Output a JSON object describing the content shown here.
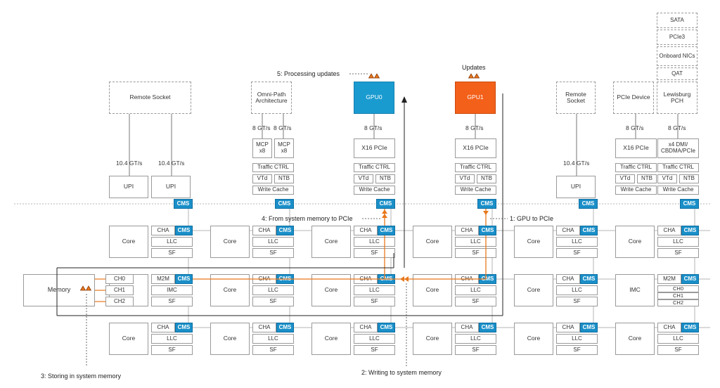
{
  "labels": {
    "cms": "CMS",
    "cha": "CHA",
    "llc": "LLC",
    "sf": "SF",
    "core": "Core",
    "m2m": "M2M",
    "imc": "IMC",
    "ch0": "CH0",
    "ch1": "CH1",
    "ch2": "CH2",
    "upi": "UPI",
    "memory": "Memory",
    "traffic_ctrl": "Traffic CTRL",
    "vtd": "VTd",
    "ntb": "NTB",
    "write_cache": "Write Cache",
    "x16_pcie": "X16 PCIe",
    "x4_dmi_line1": "x4 DMI/",
    "x4_dmi_line2": "CBDMA/PCIe",
    "mcp_line1": "MCP",
    "mcp_line2": "x8"
  },
  "external": {
    "remote_socket_1": "Remote Socket",
    "omni_path_line1": "Omni-Path",
    "omni_path_line2": "Architecture",
    "gpu0": "GPU0",
    "gpu1": "GPU1",
    "remote_socket_2_line1": "Remote",
    "remote_socket_2_line2": "Socket",
    "pcie_device": "PCIe Device",
    "lewisburg_line1": "Lewisburg",
    "lewisburg_line2": "PCH",
    "pch_stack": [
      "SATA",
      "PCIe3",
      "Onboard NICs",
      "QAT"
    ]
  },
  "speeds": {
    "upi": "10.4 GT/s",
    "pcie": "8 GT/s"
  },
  "annotations": {
    "step1": "1: GPU to PCIe",
    "step2": "2: Writing to system memory",
    "step3": "3: Storing in system memory",
    "step4": "4: From system memory to PCIe",
    "step5": "5: Processing updates",
    "updates": "Updates"
  },
  "colors": {
    "cms": "#1a8fc8",
    "gpu0": "#1a9bd0",
    "gpu1": "#f3601a",
    "data_path": "#e8781c",
    "outline": "#9a9a9a"
  }
}
